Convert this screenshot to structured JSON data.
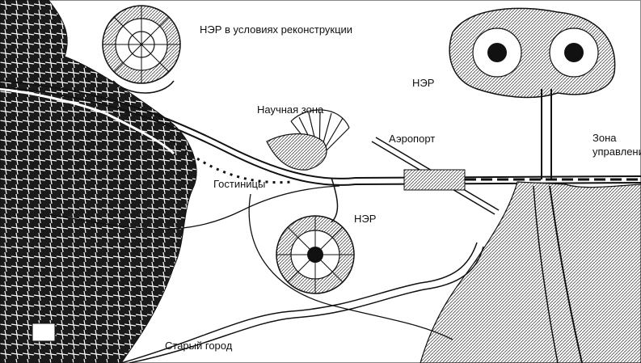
{
  "map": {
    "labels": {
      "ner_reconstruction": "НЭР в условиях реконструкции",
      "ner_northeast": "НЭР",
      "science_zone": "Научная зона",
      "airport": "Аэропорт",
      "management_zone": "Зона управления",
      "hotels": "Гостиницы",
      "ner_center": "НЭР",
      "old_town": "Старый город"
    },
    "colors": {
      "ink": "#111111",
      "fill_dark": "#1a1a1a",
      "fill_hatch": "#8a8a8a",
      "background": "#ffffff"
    }
  }
}
